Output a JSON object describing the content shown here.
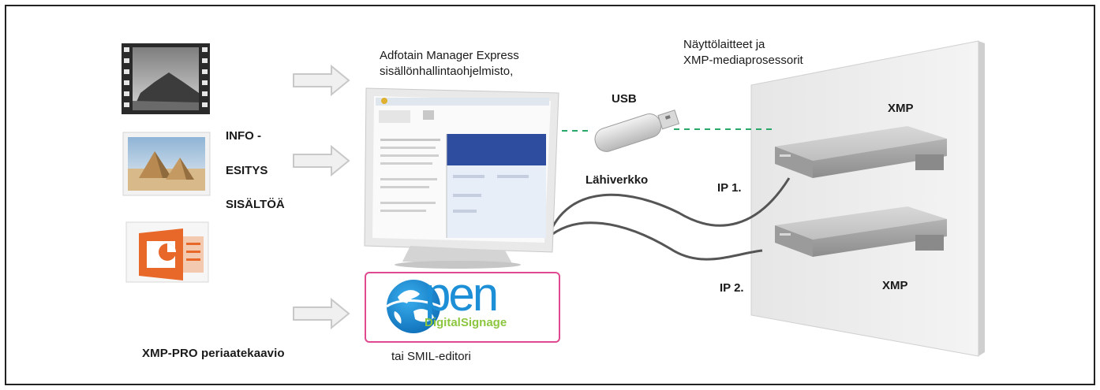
{
  "labels": {
    "manager_line1": "Adfotain Manager Express",
    "manager_line2": "sisällönhallintaohjelmisto,",
    "displays_line1": "Näyttölaitteet ja",
    "displays_line2": "XMP-mediaprosessorit",
    "usb": "USB",
    "xmp_top": "XMP",
    "xmp_bottom": "XMP",
    "info": "INFO -",
    "esitys": "ESITYS",
    "sisaltoa": "SISÄLTÖÄ",
    "lahiverkko": "Lähiverkko",
    "ip1": "IP 1.",
    "ip2": "IP 2.",
    "caption": "XMP-PRO periaatekaavio",
    "smil": "tai SMIL-editori",
    "logo_word": "pen",
    "logo_sub": "DigitalSignage"
  },
  "colors": {
    "dashed_link": "#2aa86a",
    "logo_border": "#e0488f",
    "logo_blue": "#1c8fd6",
    "logo_green": "#8cc63f",
    "ppt_orange": "#e8682a"
  },
  "icons": [
    "film-strip-icon",
    "photo-pyramids-icon",
    "powerpoint-icon",
    "arrow-right-icon",
    "monitor-icon",
    "usb-stick-icon",
    "xmp-box-icon",
    "globe-icon"
  ]
}
